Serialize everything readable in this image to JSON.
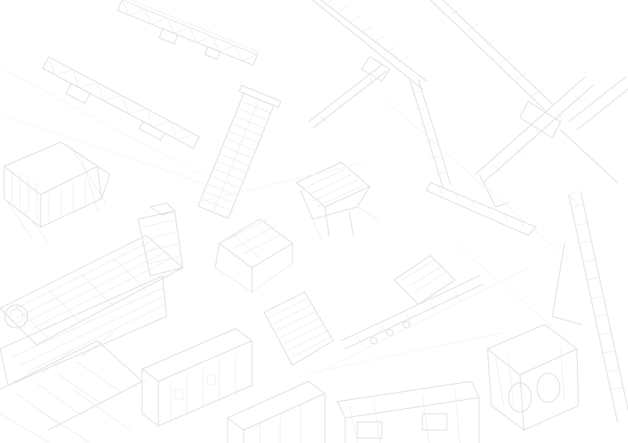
{
  "background": {
    "style": "faint technical line drawings of industrial machinery",
    "colors": {
      "background": "#ffffff",
      "line": "#dcdcdc",
      "line_light": "#ebebeb"
    },
    "elements": [
      "bucket-wheel-excavator",
      "conveyor-trusses",
      "tower-crane-boom",
      "cabin-structure",
      "platform-structure",
      "hopper",
      "portable-office-containers",
      "mining-vehicle",
      "lattice-mast"
    ]
  }
}
